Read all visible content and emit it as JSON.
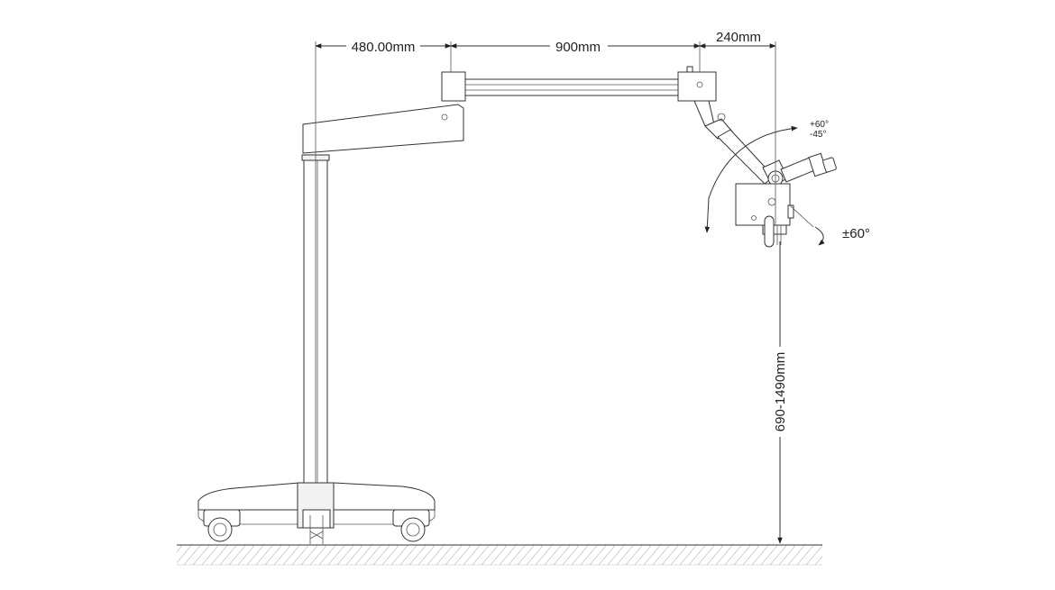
{
  "dimensions": {
    "column_offset": "480.00mm",
    "arm_length": "900mm",
    "head_offset": "240mm",
    "height_range": "690-1490mm"
  },
  "rotations": {
    "tilt_up": "+60°",
    "tilt_down": "-45°",
    "swing": "±60°"
  }
}
